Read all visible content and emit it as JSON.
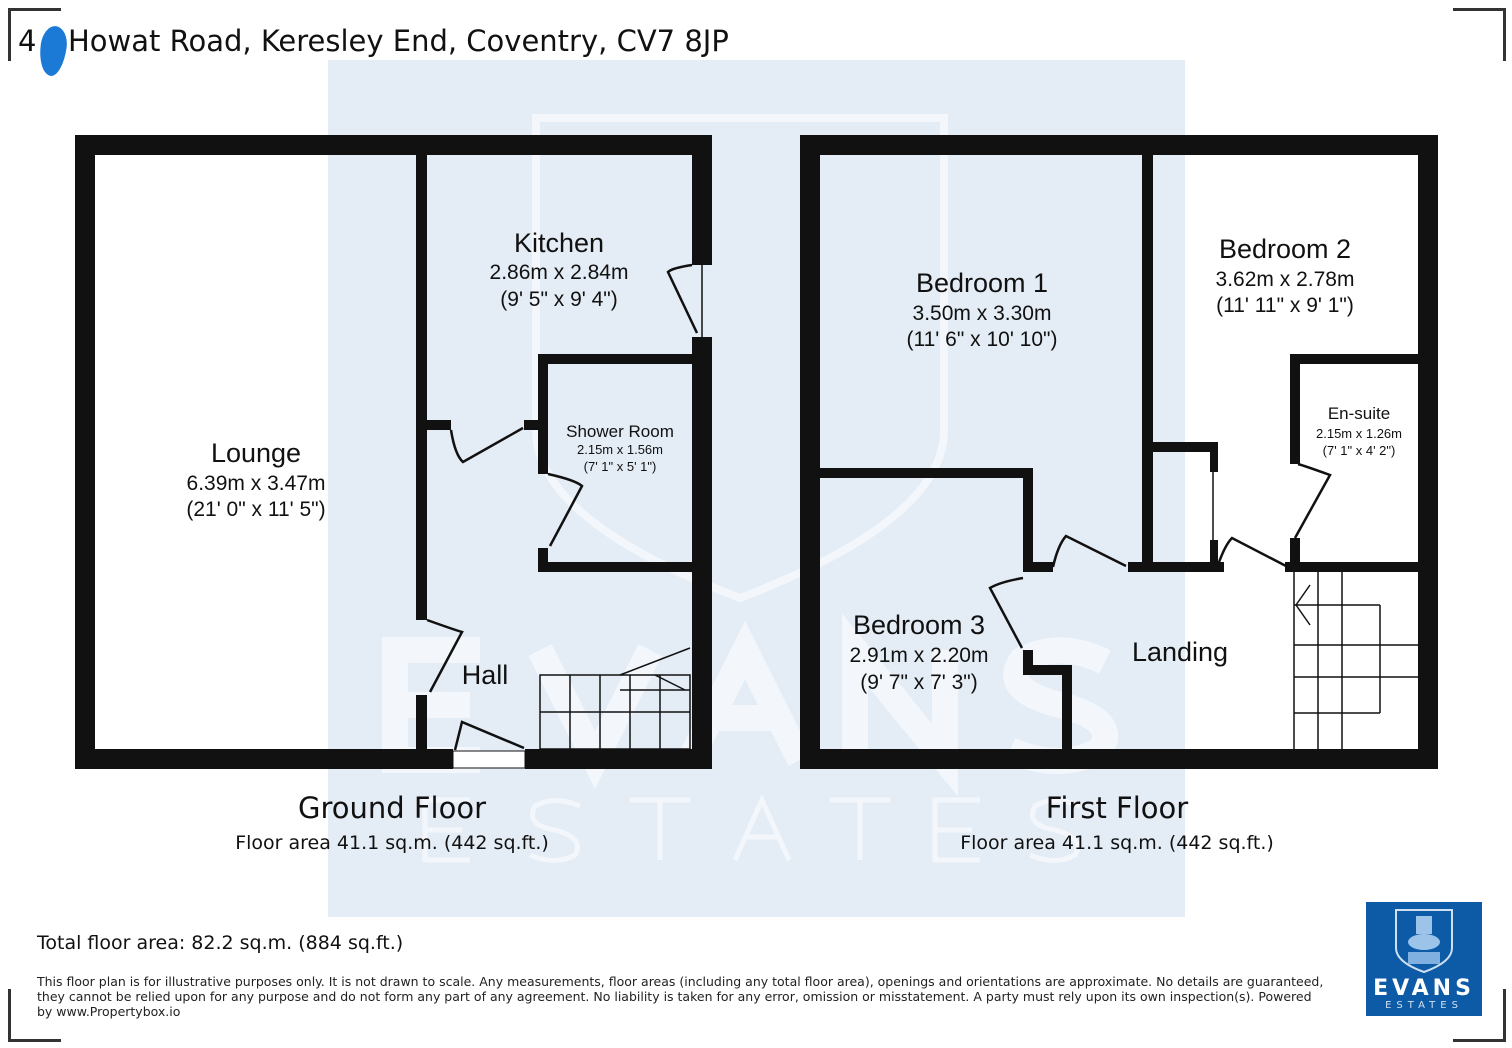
{
  "header": {
    "address_prefix": "4",
    "address": "Howat Road, Keresley End, Coventry, CV7 8JP"
  },
  "colors": {
    "wall": "#111111",
    "watermark": "#e4ecf5",
    "brand": "#0d5aa7",
    "redaction": "#1a7ad6"
  },
  "ground_floor": {
    "label": "Ground Floor",
    "area": "Floor area 41.1 sq.m. (442 sq.ft.)",
    "rooms": [
      {
        "name": "Lounge",
        "metric": "6.39m x 3.47m",
        "imperial": "(21' 0\" x 11' 5\")"
      },
      {
        "name": "Kitchen",
        "metric": "2.86m x 2.84m",
        "imperial": "(9' 5\" x 9' 4\")"
      },
      {
        "name": "Shower Room",
        "metric": "2.15m x 1.56m",
        "imperial": "(7' 1\" x 5' 1\")"
      },
      {
        "name": "Hall"
      }
    ]
  },
  "first_floor": {
    "label": "First Floor",
    "area": "Floor area 41.1 sq.m. (442 sq.ft.)",
    "rooms": [
      {
        "name": "Bedroom 1",
        "metric": "3.50m x 3.30m",
        "imperial": "(11' 6\" x 10' 10\")"
      },
      {
        "name": "Bedroom 2",
        "metric": "3.62m x 2.78m",
        "imperial": "(11' 11\" x 9' 1\")"
      },
      {
        "name": "En-suite",
        "metric": "2.15m x 1.26m",
        "imperial": "(7' 1\" x 4' 2\")"
      },
      {
        "name": "Bedroom 3",
        "metric": "2.91m x 2.20m",
        "imperial": "(9' 7\" x 7' 3\")"
      },
      {
        "name": "Landing"
      }
    ]
  },
  "watermark": {
    "line1": "EVANS",
    "line2": "ESTATES"
  },
  "total_area": "Total floor area: 82.2 sq.m. (884 sq.ft.)",
  "disclaimer": "This floor plan is for illustrative purposes only. It is not drawn to scale. Any measurements, floor areas (including any total floor area), openings and orientations are approximate. No details are guaranteed, they cannot be relied upon for any purpose and do not form any part of any agreement. No liability is taken for any error, omission or misstatement. A party must rely upon its own inspection(s). Powered by www.Propertybox.io",
  "logo": {
    "line1": "EVANS",
    "line2": "ESTATES"
  }
}
